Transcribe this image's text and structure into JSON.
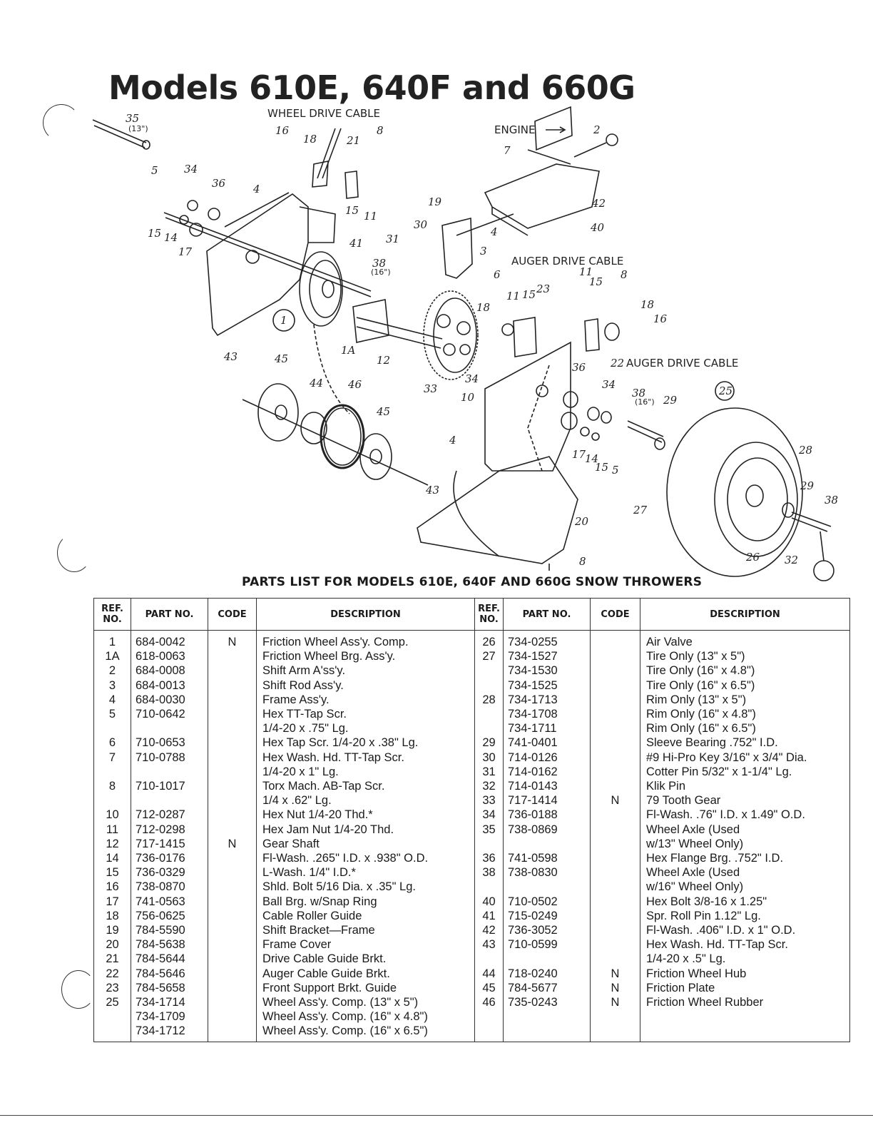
{
  "title": "Models 610E, 640F and 660G",
  "diagram": {
    "labels": {
      "wheel_drive_cable": "WHEEL DRIVE CABLE",
      "engine": "ENGINE",
      "auger_drive_cable_top": "AUGER DRIVE CABLE",
      "auger_drive_cable_bottom": "AUGER DRIVE CABLE",
      "size_13": "(13\")",
      "size_16a": "(16\")",
      "size_16b": "(16\")"
    },
    "callouts": [
      "35",
      "16",
      "18",
      "21",
      "8",
      "5",
      "34",
      "36",
      "4",
      "15",
      "11",
      "15",
      "14",
      "17",
      "2",
      "7",
      "42",
      "40",
      "19",
      "30",
      "31",
      "41",
      "38",
      "3",
      "4",
      "6",
      "1",
      "11",
      "15",
      "23",
      "11",
      "15",
      "8",
      "18",
      "16",
      "18",
      "1A",
      "12",
      "33",
      "34",
      "22",
      "36",
      "34",
      "38",
      "29",
      "25",
      "43",
      "45",
      "44",
      "46",
      "45",
      "10",
      "4",
      "17",
      "14",
      "15",
      "5",
      "28",
      "29",
      "38",
      "27",
      "20",
      "26",
      "32",
      "8",
      "43"
    ]
  },
  "parts_heading": "PARTS LIST FOR MODELS 610E, 640F AND 660G SNOW THROWERS",
  "table": {
    "headers": {
      "ref": "REF. NO.",
      "part": "PART NO.",
      "code": "CODE",
      "description": "DESCRIPTION"
    },
    "left": [
      {
        "ref": "1",
        "part": "684-0042",
        "code": "N",
        "desc": "Friction Wheel Ass'y. Comp."
      },
      {
        "ref": "1A",
        "part": "618-0063",
        "code": "",
        "desc": "Friction Wheel Brg. Ass'y."
      },
      {
        "ref": "2",
        "part": "684-0008",
        "code": "",
        "desc": "Shift Arm A'ss'y."
      },
      {
        "ref": "3",
        "part": "684-0013",
        "code": "",
        "desc": "Shift Rod Ass'y."
      },
      {
        "ref": "4",
        "part": "684-0030",
        "code": "",
        "desc": "Frame Ass'y."
      },
      {
        "ref": "5",
        "part": "710-0642",
        "code": "",
        "desc": "Hex TT-Tap Scr."
      },
      {
        "ref": "",
        "part": "",
        "code": "",
        "desc": "1/4-20 x .75\" Lg.",
        "indent": true
      },
      {
        "ref": "6",
        "part": "710-0653",
        "code": "",
        "desc": "Hex Tap Scr. 1/4-20 x .38\" Lg."
      },
      {
        "ref": "7",
        "part": "710-0788",
        "code": "",
        "desc": "Hex Wash. Hd. TT-Tap Scr."
      },
      {
        "ref": "",
        "part": "",
        "code": "",
        "desc": "1/4-20 x 1\" Lg.",
        "indent": true
      },
      {
        "ref": "8",
        "part": "710-1017",
        "code": "",
        "desc": "Torx Mach. AB-Tap Scr."
      },
      {
        "ref": "",
        "part": "",
        "code": "",
        "desc": "1/4 x .62\" Lg.",
        "indent": true
      },
      {
        "ref": "10",
        "part": "712-0287",
        "code": "",
        "desc": "Hex Nut 1/4-20 Thd.*"
      },
      {
        "ref": "11",
        "part": "712-0298",
        "code": "",
        "desc": "Hex Jam Nut 1/4-20 Thd."
      },
      {
        "ref": "12",
        "part": "717-1415",
        "code": "N",
        "desc": "Gear Shaft"
      },
      {
        "ref": "14",
        "part": "736-0176",
        "code": "",
        "desc": "Fl-Wash. .265\" I.D. x .938\" O.D."
      },
      {
        "ref": "15",
        "part": "736-0329",
        "code": "",
        "desc": "L-Wash. 1/4\" I.D.*"
      },
      {
        "ref": "16",
        "part": "738-0870",
        "code": "",
        "desc": "Shld. Bolt 5/16 Dia. x .35\" Lg."
      },
      {
        "ref": "17",
        "part": "741-0563",
        "code": "",
        "desc": "Ball Brg. w/Snap Ring"
      },
      {
        "ref": "18",
        "part": "756-0625",
        "code": "",
        "desc": "Cable Roller Guide"
      },
      {
        "ref": "19",
        "part": "784-5590",
        "code": "",
        "desc": "Shift Bracket—Frame"
      },
      {
        "ref": "20",
        "part": "784-5638",
        "code": "",
        "desc": "Frame Cover"
      },
      {
        "ref": "21",
        "part": "784-5644",
        "code": "",
        "desc": "Drive Cable Guide Brkt."
      },
      {
        "ref": "22",
        "part": "784-5646",
        "code": "",
        "desc": "Auger Cable Guide Brkt."
      },
      {
        "ref": "23",
        "part": "784-5658",
        "code": "",
        "desc": "Front Support Brkt. Guide"
      },
      {
        "ref": "25",
        "part": "734-1714",
        "code": "",
        "desc": "Wheel Ass'y. Comp. (13\" x 5\")"
      },
      {
        "ref": "",
        "part": "734-1709",
        "code": "",
        "desc": "Wheel Ass'y. Comp. (16\" x 4.8\")"
      },
      {
        "ref": "",
        "part": "734-1712",
        "code": "",
        "desc": "Wheel Ass'y. Comp. (16\" x 6.5\")"
      }
    ],
    "right": [
      {
        "ref": "26",
        "part": "734-0255",
        "code": "",
        "desc": "Air Valve"
      },
      {
        "ref": "27",
        "part": "734-1527",
        "code": "",
        "desc": "Tire Only (13\" x 5\")"
      },
      {
        "ref": "",
        "part": "734-1530",
        "code": "",
        "desc": "Tire Only (16\" x 4.8\")"
      },
      {
        "ref": "",
        "part": "734-1525",
        "code": "",
        "desc": "Tire Only (16\" x 6.5\")"
      },
      {
        "ref": "28",
        "part": "734-1713",
        "code": "",
        "desc": "Rim Only (13\" x 5\")"
      },
      {
        "ref": "",
        "part": "734-1708",
        "code": "",
        "desc": "Rim Only (16\" x 4.8\")"
      },
      {
        "ref": "",
        "part": "734-1711",
        "code": "",
        "desc": "Rim Only (16\" x 6.5\")"
      },
      {
        "ref": "29",
        "part": "741-0401",
        "code": "",
        "desc": "Sleeve Bearing .752\" I.D."
      },
      {
        "ref": "30",
        "part": "714-0126",
        "code": "",
        "desc": "#9 Hi-Pro Key 3/16\" x 3/4\" Dia."
      },
      {
        "ref": "31",
        "part": "714-0162",
        "code": "",
        "desc": "Cotter Pin 5/32\" x 1-1/4\" Lg."
      },
      {
        "ref": "32",
        "part": "714-0143",
        "code": "",
        "desc": "Klik Pin"
      },
      {
        "ref": "33",
        "part": "717-1414",
        "code": "N",
        "desc": "79 Tooth Gear"
      },
      {
        "ref": "34",
        "part": "736-0188",
        "code": "",
        "desc": "Fl-Wash. .76\" I.D. x 1.49\" O.D."
      },
      {
        "ref": "35",
        "part": "738-0869",
        "code": "",
        "desc": "Wheel Axle (Used"
      },
      {
        "ref": "",
        "part": "",
        "code": "",
        "desc": "w/13\" Wheel Only)",
        "indent": true
      },
      {
        "ref": "36",
        "part": "741-0598",
        "code": "",
        "desc": "Hex Flange Brg. .752\" I.D."
      },
      {
        "ref": "38",
        "part": "738-0830",
        "code": "",
        "desc": "Wheel Axle (Used"
      },
      {
        "ref": "",
        "part": "",
        "code": "",
        "desc": "w/16\" Wheel Only)",
        "indent": true
      },
      {
        "ref": "40",
        "part": "710-0502",
        "code": "",
        "desc": "Hex Bolt 3/8-16 x 1.25\""
      },
      {
        "ref": "41",
        "part": "715-0249",
        "code": "",
        "desc": "Spr. Roll Pin 1.12\" Lg."
      },
      {
        "ref": "42",
        "part": "736-3052",
        "code": "",
        "desc": "Fl-Wash. .406\" I.D. x 1\" O.D."
      },
      {
        "ref": "43",
        "part": "710-0599",
        "code": "",
        "desc": "Hex Wash. Hd. TT-Tap Scr."
      },
      {
        "ref": "",
        "part": "",
        "code": "",
        "desc": "1/4-20 x .5\" Lg.",
        "indent": true
      },
      {
        "ref": "44",
        "part": "718-0240",
        "code": "N",
        "desc": "Friction Wheel Hub"
      },
      {
        "ref": "45",
        "part": "784-5677",
        "code": "N",
        "desc": "Friction Plate"
      },
      {
        "ref": "46",
        "part": "735-0243",
        "code": "N",
        "desc": "Friction Wheel Rubber"
      },
      {
        "ref": "",
        "part": "",
        "code": "",
        "desc": ""
      },
      {
        "ref": "",
        "part": "",
        "code": "",
        "desc": ""
      }
    ]
  }
}
